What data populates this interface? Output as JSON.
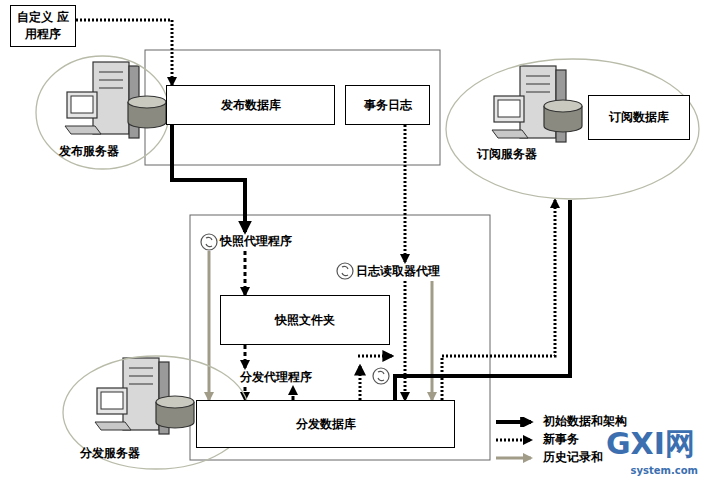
{
  "diagram": {
    "nodes": [
      {
        "text": [
          "自定义 应用程序"
        ]
      },
      {
        "text": [
          "发布服务器"
        ]
      },
      {
        "text": [
          "发布数据库"
        ]
      },
      {
        "text": [
          "事务日志"
        ]
      },
      {
        "text": [
          "订阅服务器"
        ]
      },
      {
        "text": [
          "订阅数据库"
        ]
      },
      {
        "text": [
          "快照代理程序"
        ]
      },
      {
        "text": [
          "日志读取器代理"
        ]
      },
      {
        "text": [
          "快照文件夹"
        ]
      },
      {
        "text": [
          "分发代理程序"
        ]
      },
      {
        "text": [
          "分发服务器"
        ]
      },
      {
        "text": [
          "分发数据库"
        ]
      }
    ],
    "edges": [
      {
        "from": 0,
        "to": 2,
        "arrow": "to"
      },
      {
        "from": 2,
        "to": 6,
        "arrow": "to"
      },
      {
        "from": 6,
        "to": 8,
        "arrow": "to"
      },
      {
        "from": 8,
        "to": 9,
        "arrow": "to"
      },
      {
        "from": 9,
        "to": 11,
        "arrow": "to"
      },
      {
        "from": 11,
        "to": 9,
        "arrow": "to"
      },
      {
        "from": 6,
        "to": 11,
        "arrow": "to"
      },
      {
        "from": 3,
        "to": 7,
        "arrow": "to"
      },
      {
        "from": 7,
        "to": 11,
        "arrow": "to"
      },
      {
        "from": 7,
        "to": 11,
        "arrow": "to"
      },
      {
        "from": 11,
        "to": 4,
        "arrow": "none"
      },
      {
        "from": 11,
        "to": 4,
        "arrow": "to"
      }
    ],
    "labels": [
      "GXI网",
      "system.com"
    ],
    "legend": [
      {
        "text": "初始数据和架构"
      },
      {
        "text": "新事务"
      },
      {
        "text": "历史记录和"
      }
    ]
  }
}
